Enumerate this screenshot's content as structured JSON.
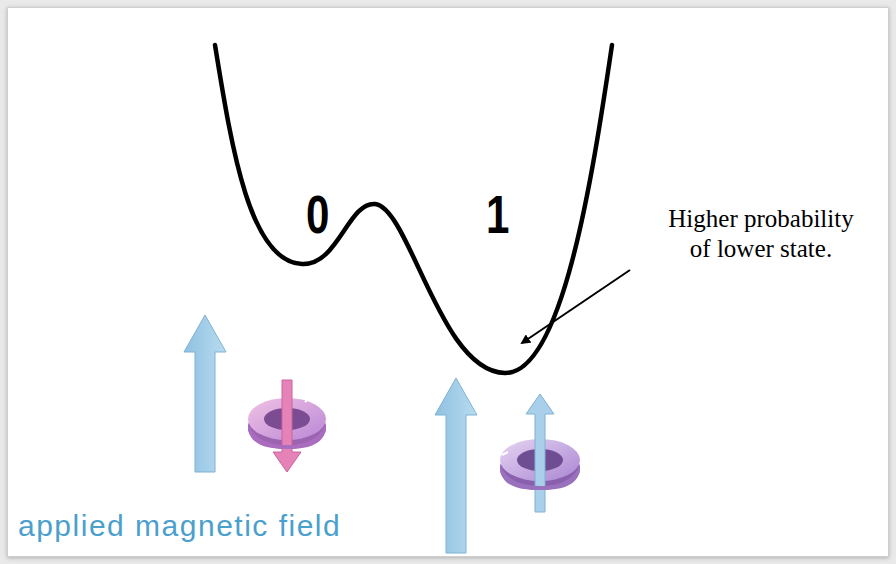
{
  "diagram": {
    "labels": [
      "0",
      "1",
      "Higher probability of lower state.",
      "applied magnetic field"
    ]
  }
}
